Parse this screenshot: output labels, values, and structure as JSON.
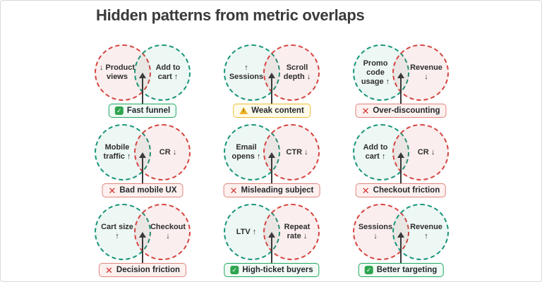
{
  "title": "Hidden patterns from metric overlaps",
  "colors": {
    "positive_circle_border": "#169478",
    "negative_circle_border": "#d5433e",
    "good_tag_border": "#1ea55f",
    "warn_tag_border": "#edbe35",
    "bad_tag_border": "#e0867f",
    "arrow": "#3a3a3a",
    "title_text": "#3a3a3a"
  },
  "cells": [
    {
      "left_label": "↓ Product views",
      "left_tone": "neg",
      "right_label": "Add to cart ↑",
      "right_tone": "pos",
      "tag_icon": "check-icon",
      "tag_label": "Fast funnel",
      "tag_tone": "good"
    },
    {
      "left_label": "↑ Sessions",
      "left_tone": "pos",
      "right_label": "Scroll depth ↓",
      "right_tone": "neg",
      "tag_icon": "warning-icon",
      "tag_label": "Weak content",
      "tag_tone": "warn"
    },
    {
      "left_label": "Promo code usage ↑",
      "left_tone": "pos",
      "right_label": "Revenue ↓",
      "right_tone": "neg",
      "tag_icon": "cross-icon",
      "tag_label": "Over-discounting",
      "tag_tone": "bad"
    },
    {
      "left_label": "Mobile traffic ↑",
      "left_tone": "pos",
      "right_label": "CR ↓",
      "right_tone": "neg",
      "tag_icon": "cross-icon",
      "tag_label": "Bad mobile UX",
      "tag_tone": "bad"
    },
    {
      "left_label": "Email opens ↑",
      "left_tone": "pos",
      "right_label": "CTR ↓",
      "right_tone": "neg",
      "tag_icon": "cross-icon",
      "tag_label": "Misleading subject",
      "tag_tone": "bad"
    },
    {
      "left_label": "Add to cart ↑",
      "left_tone": "pos",
      "right_label": "CR ↓",
      "right_tone": "neg",
      "tag_icon": "cross-icon",
      "tag_label": "Checkout friction",
      "tag_tone": "bad"
    },
    {
      "left_label": "Cart size ↑",
      "left_tone": "pos",
      "right_label": "Checkout ↓",
      "right_tone": "neg",
      "tag_icon": "cross-icon",
      "tag_label": "Decision friction",
      "tag_tone": "bad"
    },
    {
      "left_label": "LTV ↑",
      "left_tone": "pos",
      "right_label": "Repeat rate ↓",
      "right_tone": "neg",
      "tag_icon": "check-icon",
      "tag_label": "High-ticket buyers",
      "tag_tone": "good"
    },
    {
      "left_label": "Sessions ↓",
      "left_tone": "neg",
      "right_label": "Revenue ↑",
      "right_tone": "pos",
      "tag_icon": "check-icon",
      "tag_label": "Better targeting",
      "tag_tone": "good"
    }
  ]
}
